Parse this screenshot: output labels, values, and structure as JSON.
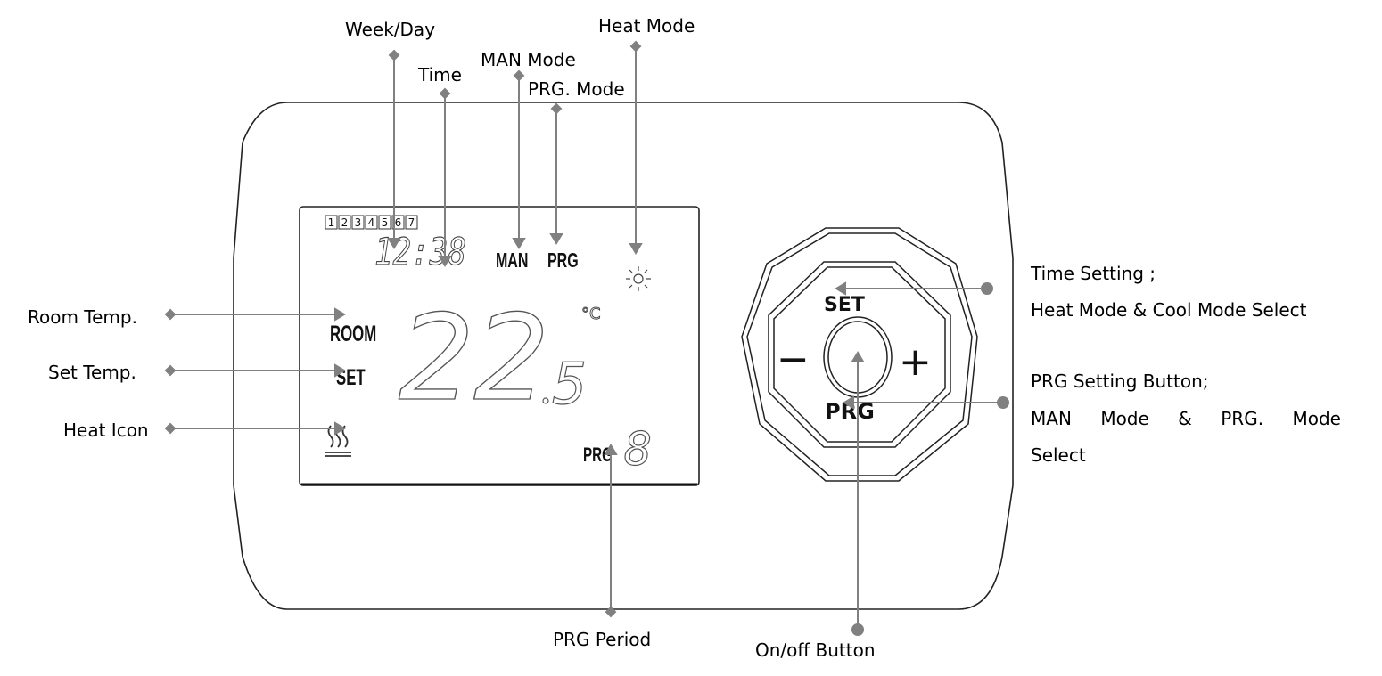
{
  "annotations": {
    "week_day": "Week/Day",
    "time": "Time",
    "man_mode": "MAN Mode",
    "prg_mode": "PRG. Mode",
    "heat_mode": "Heat Mode",
    "room_temp": "Room Temp.",
    "set_temp": "Set Temp.",
    "heat_icon": "Heat Icon",
    "prg_period": "PRG Period",
    "on_off_button": "On/off Button",
    "time_setting_line1": "Time Setting ;",
    "time_setting_line2": "Heat Mode & Cool Mode Select",
    "prg_setting_line1": "PRG Setting Button;",
    "prg_setting_line2_words": [
      "MAN",
      "Mode",
      "&",
      "PRG.",
      "Mode"
    ],
    "prg_setting_line3": "Select"
  },
  "lcd": {
    "days": [
      "1",
      "2",
      "3",
      "4",
      "5",
      "6",
      "7"
    ],
    "time": "12:38",
    "man": "MAN",
    "prg": "PRG",
    "room": "ROOM",
    "set": "SET",
    "temperature": "22",
    "decimal": "5",
    "unit": "°C",
    "period_label": "PRG",
    "period_digit": "8"
  },
  "buttons": {
    "set": "SET",
    "prg": "PRG",
    "minus": "−",
    "plus": "+"
  },
  "icons": {
    "heat_mode": "sun-icon",
    "heat": "heat-wave-icon",
    "power": "power-button-icon"
  },
  "colors": {
    "outline": "#222222",
    "leader": "#808080"
  }
}
